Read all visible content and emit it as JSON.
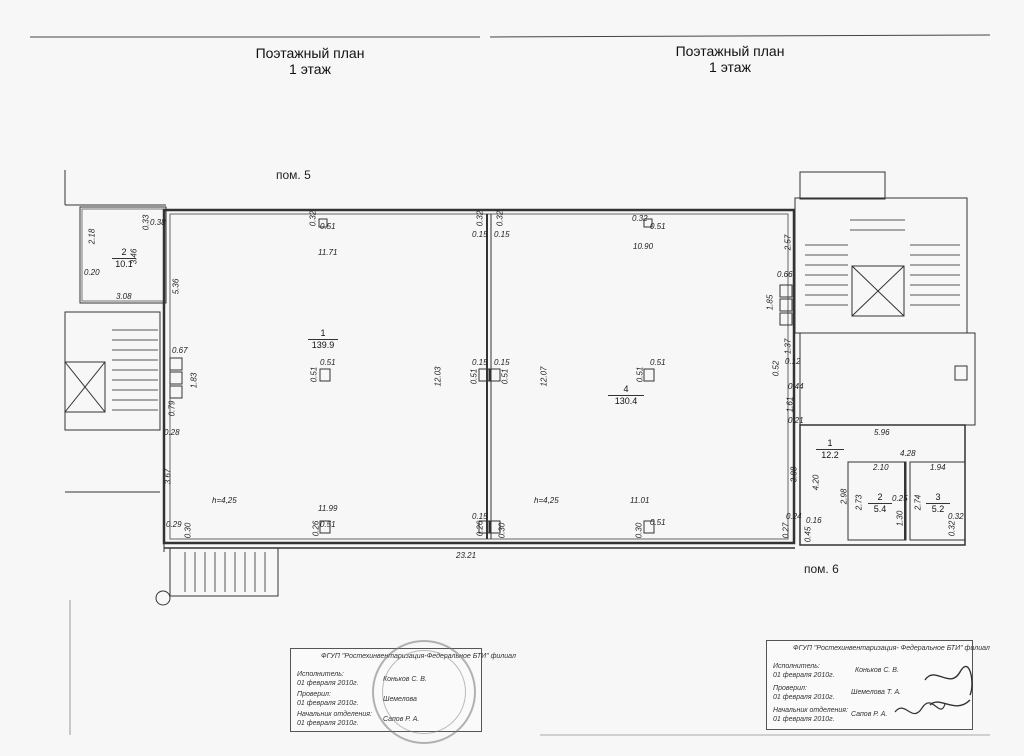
{
  "titles": {
    "left_line1": "Поэтажный план",
    "left_line2": "1 этаж",
    "right_line1": "Поэтажный план",
    "right_line2": "1 этаж"
  },
  "neighbors": {
    "top": "пом. 5",
    "bottom_right": "пом. 6"
  },
  "rooms": {
    "r1_main": {
      "num": "1",
      "area": "139.9"
    },
    "r4_main": {
      "num": "4",
      "area": "130.4"
    },
    "r2_small": {
      "num": "2",
      "area": "10.1"
    },
    "r1_right": {
      "num": "1",
      "area": "12.2"
    },
    "r2_right": {
      "num": "2",
      "area": "5.4"
    },
    "r3_right": {
      "num": "3",
      "area": "5.2"
    }
  },
  "heights": {
    "left": "h=4,25",
    "right": "h=4,25"
  },
  "dimensions": {
    "d_0_33": "0.33",
    "d_0_38": "0.38",
    "d_2_18": "2.18",
    "d_3_46": "3.46",
    "d_0_20": "0.20",
    "d_3_08": "3.08",
    "d_5_36": "5.36",
    "d_0_32a": "0.32",
    "d_0_51a": "0.51",
    "d_0_32b": "0.32",
    "d_0_15a": "0.15",
    "d_0_32c": "0.32",
    "d_0_15b": "0.15",
    "d_0_32d": "0.32",
    "d_0_51b": "0.51",
    "d_11_71": "11.71",
    "d_10_90": "10.90",
    "d_2_57": "2.57",
    "d_0_66": "0.66",
    "d_1_85": "1.85",
    "d_0_67": "0.67",
    "d_1_83": "1.83",
    "d_0_51c": "0.51",
    "d_0_51d": "0.51",
    "d_12_03": "12.03",
    "d_0_15c": "0.15",
    "d_0_15d": "0.15",
    "d_0_51e": "0.51",
    "d_0_51f": "0.51",
    "d_12_07": "12.07",
    "d_0_51g": "0.51",
    "d_0_51h": "0.51",
    "d_1_37": "1.37",
    "d_0_52": "0.52",
    "d_0_12": "0.12",
    "d_0_44": "0.44",
    "d_1_61": "1.61",
    "d_0_21": "0.21",
    "d_0_79": "0.79",
    "d_0_28": "0.28",
    "d_5_96": "5.96",
    "d_4_28": "4.28",
    "d_2_10": "2.10",
    "d_1_94": "1.94",
    "d_3_88": "3.88",
    "d_4_20": "4.20",
    "d_3_67": "3.67",
    "d_11_99": "11.99",
    "d_11_01": "11.01",
    "d_2_98": "2.98",
    "d_2_73": "2.73",
    "d_0_25": "0.25",
    "d_2_74": "2.74",
    "d_1_30": "1.30",
    "d_0_32e": "0.32",
    "d_0_32f": "0.32",
    "d_0_29": "0.29",
    "d_0_30a": "0.30",
    "d_0_26a": "0.26",
    "d_0_51i": "0.51",
    "d_0_15e": "0.15",
    "d_0_26b": "0.26",
    "d_0_30b": "0.30",
    "d_0_30c": "0.30",
    "d_0_51j": "0.51",
    "d_0_27": "0.27",
    "d_0_24": "0.24",
    "d_0_16": "0.16",
    "d_0_45": "0.45",
    "d_23_21": "23.21"
  },
  "stamp_left": {
    "org": "ФГУП \"Ростехинвентаризация-Федеральное БТИ\" филиал",
    "executor_label": "Исполнитель:",
    "executor_date": "01   февраля   2010г.",
    "executor_name": "Коньков С. В.",
    "checker_label": "Проверил:",
    "checker_date": "01   февраля   2010г.",
    "checker_name": "Шемелова",
    "head_label": "Начальник отделения:",
    "head_date": "01   февраля   2010г.",
    "head_name": "Сапов Р. А."
  },
  "stamp_right": {
    "org": "ФГУП \"Ростехинвентаризация- Федеральное БТИ\" филиал",
    "executor_label": "Исполнитель:",
    "executor_date": "01   февраля   2010г.",
    "executor_name": "Коньков С. В.",
    "checker_label": "Проверил:",
    "checker_date": "01   февраля   2010г.",
    "checker_name": "Шемелова Т. А.",
    "head_label": "Начальник отделения:",
    "head_date": "01   февраля   2010г.",
    "head_name": "Сапов Р. А."
  }
}
